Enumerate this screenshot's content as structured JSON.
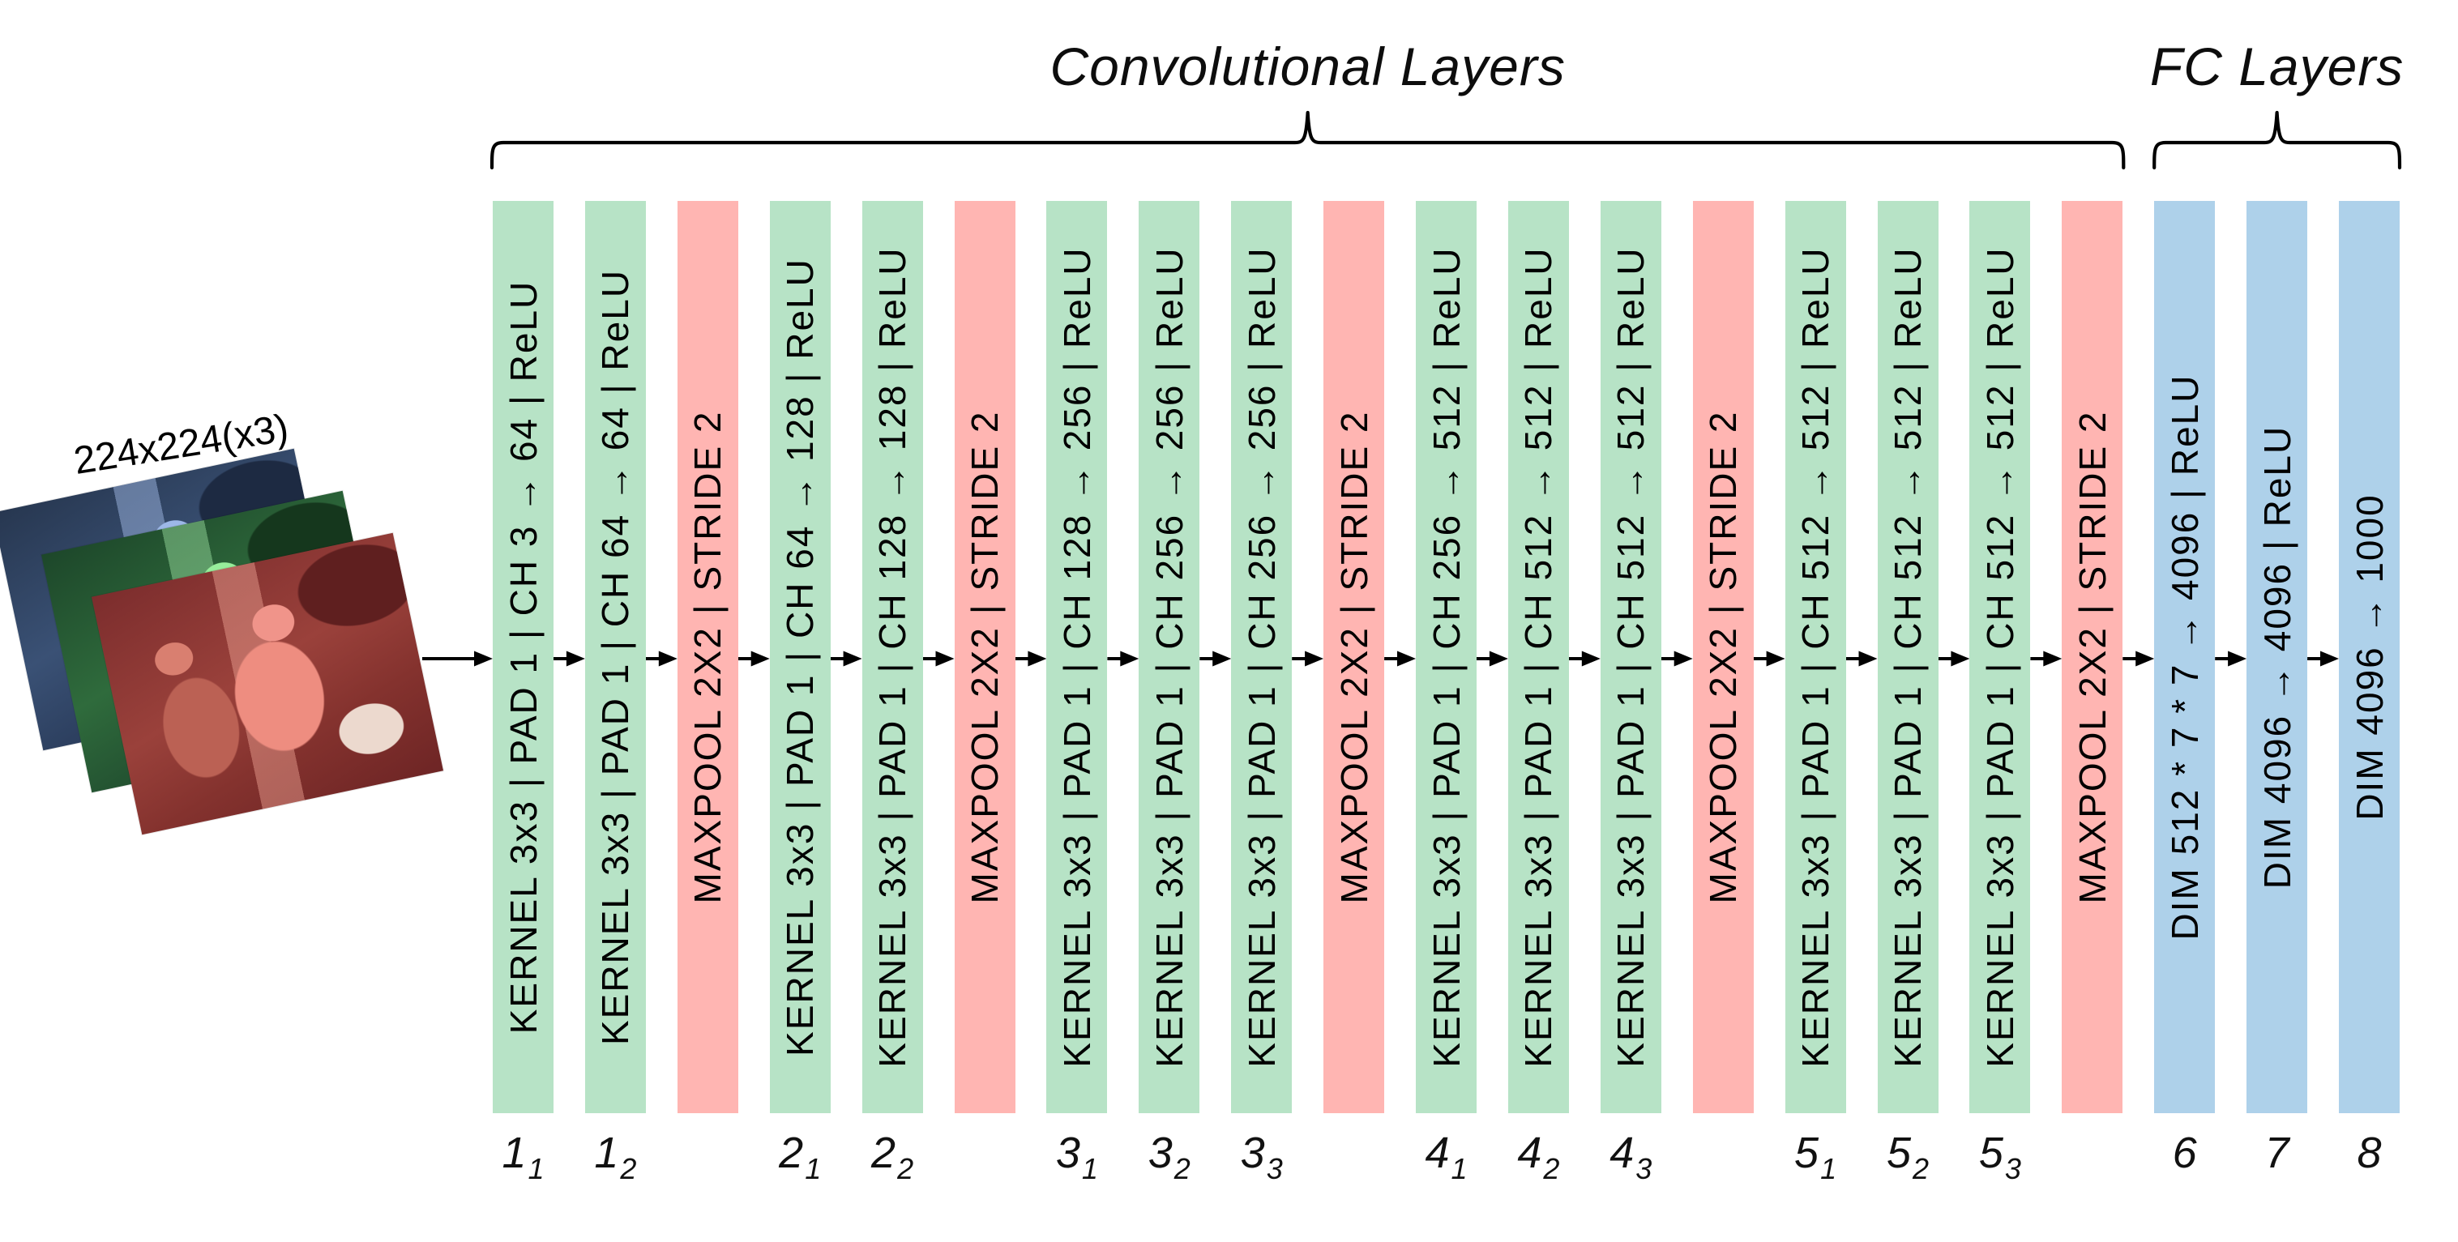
{
  "titles": {
    "conv": "Convolutional Layers",
    "fc": "FC Layers"
  },
  "input": {
    "size_label": "224x224(x3)",
    "photos": [
      {
        "tint": "blue"
      },
      {
        "tint": "green"
      },
      {
        "tint": "red"
      }
    ]
  },
  "colors": {
    "conv": "#b7e3c6",
    "pool": "#ffb5b2",
    "fc": "#aed1ea",
    "ink": "#000000"
  },
  "layers": [
    {
      "id": "conv1_1",
      "type": "conv",
      "text": "KERNEL 3x3 | PAD 1 | CH 3 → 64 | ReLU",
      "index_main": "1",
      "index_sub": "1"
    },
    {
      "id": "conv1_2",
      "type": "conv",
      "text": "KERNEL 3x3 | PAD 1 | CH 64 → 64 | ReLU",
      "index_main": "1",
      "index_sub": "2"
    },
    {
      "id": "pool1",
      "type": "pool",
      "text": "MAXPOOL 2X2 | STRIDE 2",
      "index_main": "",
      "index_sub": ""
    },
    {
      "id": "conv2_1",
      "type": "conv",
      "text": "KERNEL 3x3 | PAD 1 | CH 64 → 128 | ReLU",
      "index_main": "2",
      "index_sub": "1"
    },
    {
      "id": "conv2_2",
      "type": "conv",
      "text": "KERNEL 3x3 | PAD 1 | CH 128 → 128 | ReLU",
      "index_main": "2",
      "index_sub": "2"
    },
    {
      "id": "pool2",
      "type": "pool",
      "text": "MAXPOOL 2X2 | STRIDE 2",
      "index_main": "",
      "index_sub": ""
    },
    {
      "id": "conv3_1",
      "type": "conv",
      "text": "KERNEL 3x3 | PAD 1 | CH 128 → 256 | ReLU",
      "index_main": "3",
      "index_sub": "1"
    },
    {
      "id": "conv3_2",
      "type": "conv",
      "text": "KERNEL 3x3 | PAD 1 | CH 256 → 256 | ReLU",
      "index_main": "3",
      "index_sub": "2"
    },
    {
      "id": "conv3_3",
      "type": "conv",
      "text": "KERNEL 3x3 | PAD 1 | CH 256 → 256 | ReLU",
      "index_main": "3",
      "index_sub": "3"
    },
    {
      "id": "pool3",
      "type": "pool",
      "text": "MAXPOOL 2X2 | STRIDE 2",
      "index_main": "",
      "index_sub": ""
    },
    {
      "id": "conv4_1",
      "type": "conv",
      "text": "KERNEL 3x3 | PAD 1 | CH 256 → 512 | ReLU",
      "index_main": "4",
      "index_sub": "1"
    },
    {
      "id": "conv4_2",
      "type": "conv",
      "text": "KERNEL 3x3 | PAD 1 | CH 512 → 512 | ReLU",
      "index_main": "4",
      "index_sub": "2"
    },
    {
      "id": "conv4_3",
      "type": "conv",
      "text": "KERNEL 3x3 | PAD 1 | CH 512 → 512 | ReLU",
      "index_main": "4",
      "index_sub": "3"
    },
    {
      "id": "pool4",
      "type": "pool",
      "text": "MAXPOOL 2X2 | STRIDE 2",
      "index_main": "",
      "index_sub": ""
    },
    {
      "id": "conv5_1",
      "type": "conv",
      "text": "KERNEL 3x3 | PAD 1 | CH 512 → 512 | ReLU",
      "index_main": "5",
      "index_sub": "1"
    },
    {
      "id": "conv5_2",
      "type": "conv",
      "text": "KERNEL 3x3 | PAD 1 | CH 512 → 512 | ReLU",
      "index_main": "5",
      "index_sub": "2"
    },
    {
      "id": "conv5_3",
      "type": "conv",
      "text": "KERNEL 3x3 | PAD 1 | CH 512 → 512 | ReLU",
      "index_main": "5",
      "index_sub": "3"
    },
    {
      "id": "pool5",
      "type": "pool",
      "text": "MAXPOOL 2X2 | STRIDE 2",
      "index_main": "",
      "index_sub": ""
    },
    {
      "id": "fc6",
      "type": "fc",
      "text": "DIM 512 * 7 * 7 → 4096 | ReLU",
      "index_main": "6",
      "index_sub": ""
    },
    {
      "id": "fc7",
      "type": "fc",
      "text": "DIM 4096 → 4096 | ReLU",
      "index_main": "7",
      "index_sub": ""
    },
    {
      "id": "fc8",
      "type": "fc",
      "text": "DIM 4096 → 1000",
      "index_main": "8",
      "index_sub": ""
    }
  ]
}
